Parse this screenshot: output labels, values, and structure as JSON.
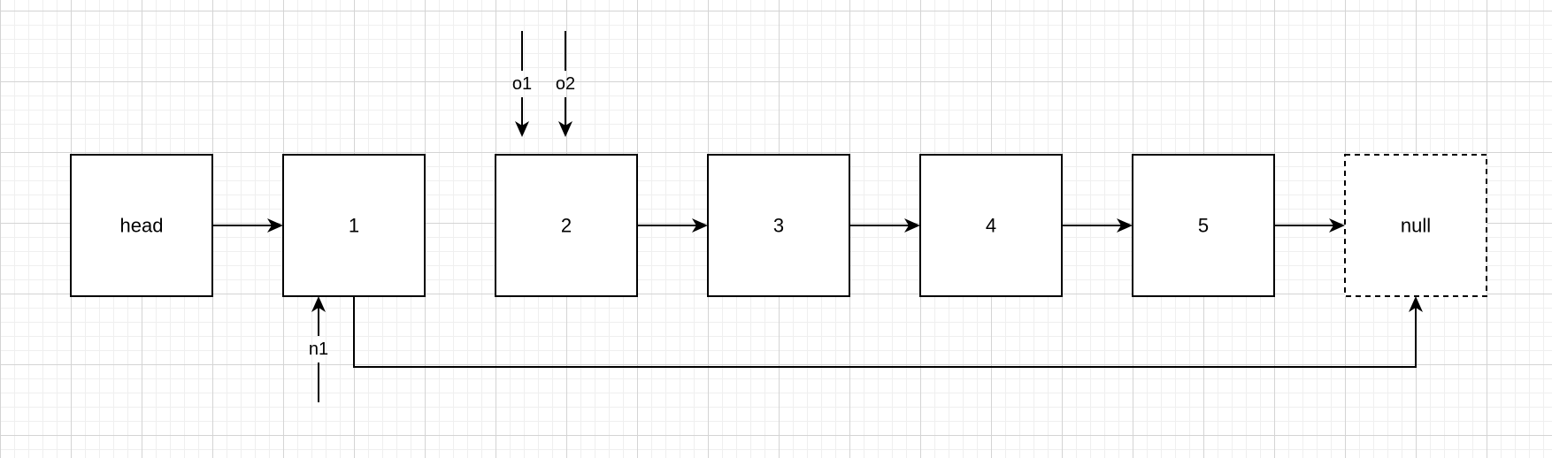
{
  "diagram": {
    "nodes": [
      {
        "id": "head",
        "label": "head"
      },
      {
        "id": "n1",
        "label": "1"
      },
      {
        "id": "n2",
        "label": "2"
      },
      {
        "id": "n3",
        "label": "3"
      },
      {
        "id": "n4",
        "label": "4"
      },
      {
        "id": "n5",
        "label": "5"
      },
      {
        "id": "null",
        "label": "null",
        "style": "dashed"
      }
    ],
    "edges": [
      {
        "from": "head",
        "to": "n1"
      },
      {
        "from": "n2",
        "to": "n3"
      },
      {
        "from": "n3",
        "to": "n4"
      },
      {
        "from": "n4",
        "to": "n5"
      },
      {
        "from": "n5",
        "to": "null"
      },
      {
        "from": "n1",
        "to": "null",
        "routing": "below"
      }
    ],
    "pointers": [
      {
        "label": "o1",
        "target": "n2"
      },
      {
        "label": "o2",
        "target": "n2"
      },
      {
        "label": "n1",
        "target": "n1"
      }
    ]
  }
}
